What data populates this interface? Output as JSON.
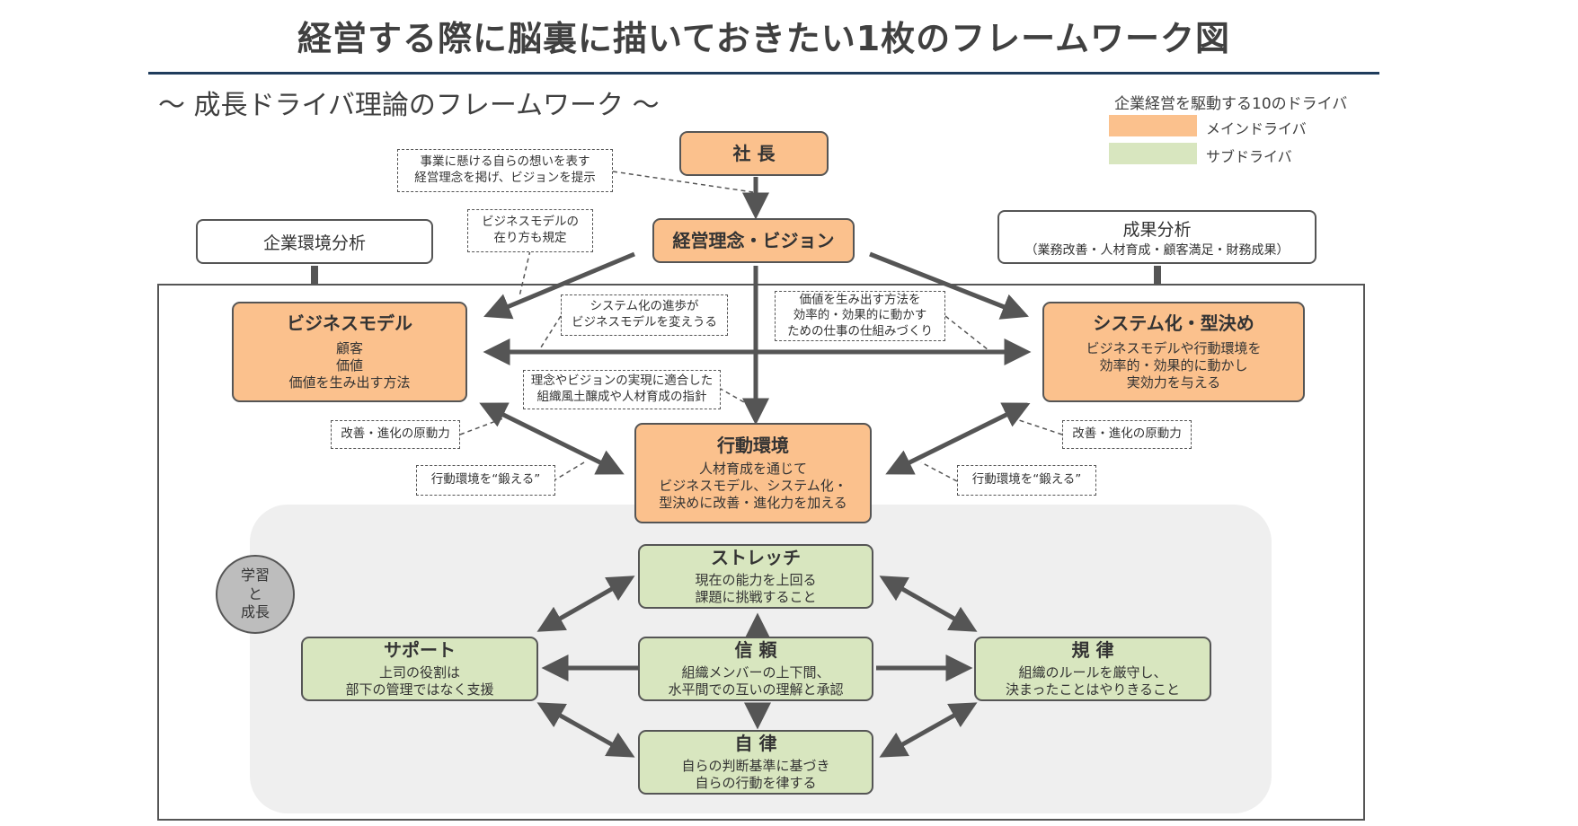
{
  "title": "経営する際に脳裏に描いておきたい1枚のフレームワーク図",
  "subtitle": "～ 成長ドライバ理論のフレームワーク ～",
  "legend": {
    "title": "企業経営を駆動する10のドライバ",
    "items": [
      {
        "label": "メインドライバ",
        "color": "#fbc18d"
      },
      {
        "label": "サブドライバ",
        "color": "#d8e6bf"
      }
    ]
  },
  "colors": {
    "main_driver": "#fbc18d",
    "sub_driver": "#d8e6bf",
    "arrow": "#555555",
    "title_rule": "#1f3c5c"
  },
  "headers": {
    "environment": "企業環境分析",
    "results": {
      "title": "成果分析",
      "detail": "（業務改善・人材育成・顧客満足・財務成果）"
    }
  },
  "nodes": {
    "president": {
      "title": "社 長"
    },
    "philosophy": {
      "title": "経営理念・ビジョン"
    },
    "business_model": {
      "title": "ビジネスモデル",
      "lines": [
        "顧客",
        "価値",
        "価値を生み出す方法"
      ]
    },
    "systemization": {
      "title": "システム化・型決め",
      "lines": [
        "ビジネスモデルや行動環境を",
        "効率的・効果的に動かし",
        "実効力を与える"
      ]
    },
    "action_env": {
      "title": "行動環境",
      "lines": [
        "人材育成を通じて",
        "ビジネスモデル、システム化・",
        "型決めに改善・進化力を加える"
      ]
    },
    "stretch": {
      "title": "ストレッチ",
      "lines": [
        "現在の能力を上回る",
        "課題に挑戦すること"
      ]
    },
    "support": {
      "title": "サポート",
      "lines": [
        "上司の役割は",
        "部下の管理ではなく支援"
      ]
    },
    "trust": {
      "title": "信 頼",
      "lines": [
        "組織メンバーの上下間、",
        "水平間での互いの理解と承認"
      ]
    },
    "discipline": {
      "title": "規 律",
      "lines": [
        "組織のルールを厳守し、",
        "決まったことはやりきること"
      ]
    },
    "autonomy": {
      "title": "自 律",
      "lines": [
        "自らの判断基準に基づき",
        "自らの行動を律する"
      ]
    }
  },
  "notes": {
    "president_note": [
      "事業に懸ける自らの想いを表す",
      "経営理念を掲げ、ビジョンを提示"
    ],
    "bm_note": [
      "ビジネスモデルの",
      "在り方も規定"
    ],
    "system_progress_note": [
      "システム化の進歩が",
      "ビジネスモデルを変えうる"
    ],
    "value_method_note": [
      "価値を生み出す方法を",
      "効率的・効果的に動かす",
      "ための仕事の仕組みづくり"
    ],
    "culture_note": [
      "理念やビジョンの実現に適合した",
      "組織風土醸成や人材育成の指針"
    ],
    "improve_left": [
      "改善・進化の原動力"
    ],
    "forge_left": [
      "行動環境を“鍛える”"
    ],
    "improve_right": [
      "改善・進化の原動力"
    ],
    "forge_right": [
      "行動環境を“鍛える”"
    ]
  },
  "badge": [
    "学習",
    "と",
    "成長"
  ]
}
